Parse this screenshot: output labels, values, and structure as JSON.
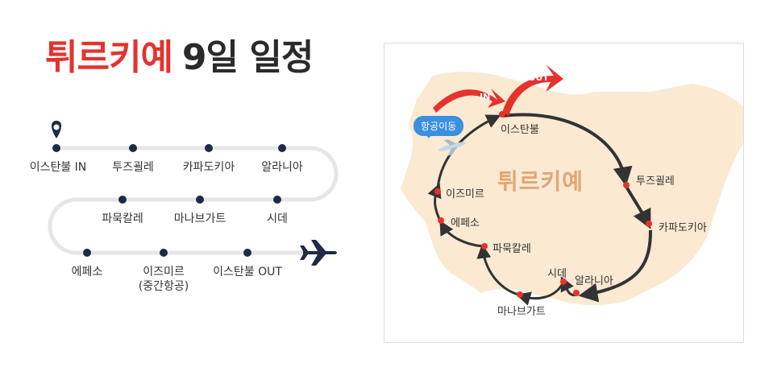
{
  "title": {
    "highlight": "튀르키예",
    "rest": "9일 일정"
  },
  "route": {
    "row1": [
      "이스탄불 IN",
      "투즈괼레",
      "카파도키아",
      "알라니아"
    ],
    "row2": [
      "파묵칼레",
      "마나브가트",
      "시데"
    ],
    "row3": [
      "에페소",
      "이즈미르\n(중간항공)",
      "이스탄불 OUT"
    ]
  },
  "map": {
    "country": "튀르키예",
    "flight_badge": "항공이동",
    "in_tag": "IN",
    "out_tag": "OUT",
    "cities": [
      "이스탄불",
      "투즈괼레",
      "카파도키아",
      "알라니아",
      "시데",
      "마나브가트",
      "파묵칼레",
      "에페소",
      "이즈미르"
    ]
  },
  "colors": {
    "accent": "#e5322d",
    "dark": "#2a2a2a",
    "line": "#e6e6e6",
    "dot": "#1f2a44",
    "map_land": "#fbe9d2",
    "map_dot": "#e5322d",
    "badge": "#3a8fe0"
  },
  "icons": {
    "pin": "location-pin-icon",
    "plane": "airplane-icon"
  }
}
